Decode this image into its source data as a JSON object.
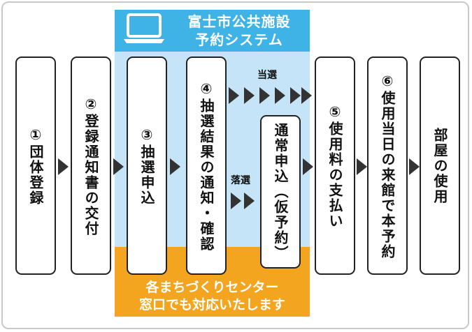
{
  "system": {
    "title_line1": "富士市公共施設",
    "title_line2": "予約システム",
    "icon": "laptop-icon"
  },
  "center_note": {
    "line1": "各まちづくりセンター",
    "line2": "窓口でも対応いたします"
  },
  "steps": [
    {
      "label": "①団体登録"
    },
    {
      "label": "②登録通知書の交付"
    },
    {
      "label": "③抽選申込"
    },
    {
      "label": "④抽選結果の通知・確認"
    },
    {
      "label": "通常申込（仮予約）"
    },
    {
      "label": "⑤使用料の支払い"
    },
    {
      "label": "⑥使用当日の来館で本予約"
    },
    {
      "label": "部屋の使用"
    }
  ],
  "branches": {
    "win": "当選",
    "lose": "落選"
  },
  "colors": {
    "system_header": "#40b3e6",
    "system_background": "#c5e4f7",
    "center_band": "#f3a51f",
    "arrow": "#333333"
  }
}
